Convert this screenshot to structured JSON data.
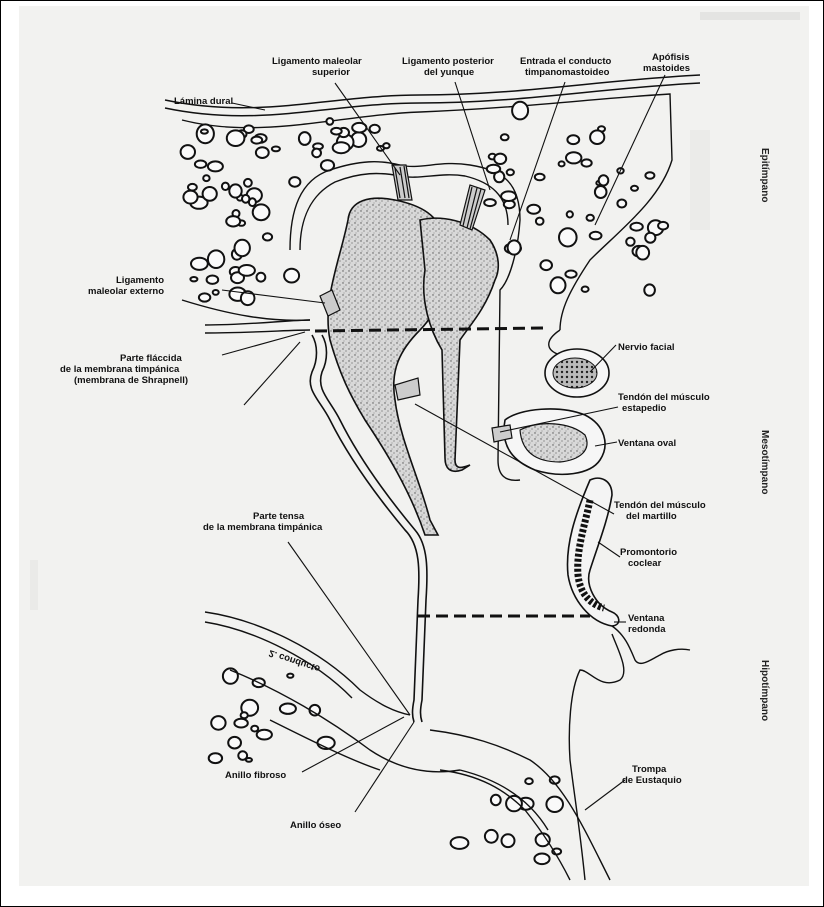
{
  "figure": {
    "labels": {
      "lamina_dural": "Lámina dural",
      "lig_maleolar_superior_1": "Ligamento maleolar",
      "lig_maleolar_superior_2": "superior",
      "lig_posterior_yunque_1": "Ligamento posterior",
      "lig_posterior_yunque_2": "del yunque",
      "entrada_conducto_1": "Entrada el conducto",
      "entrada_conducto_2": "timpanomastoideo",
      "apofisis_1": "Apófisis",
      "apofisis_2": "mastoides",
      "lig_maleolar_externo_1": "Ligamento",
      "lig_maleolar_externo_2": "maleolar externo",
      "parte_flaccida_1": "Parte fláccida",
      "parte_flaccida_2": "de la membrana timpánica",
      "parte_flaccida_3": "(membrana de Shrapnell)",
      "nervio_facial": "Nervio facial",
      "tendon_estapedio_1": "Tendón del músculo",
      "tendon_estapedio_2": "estapedio",
      "ventana_oval": "Ventana oval",
      "tendon_martillo_1": "Tendón del músculo",
      "tendon_martillo_2": "del martillo",
      "parte_tensa_1": "Parte tensa",
      "parte_tensa_2": "de la membrana timpánica",
      "promontorio_1": "Promontorio",
      "promontorio_2": "coclear",
      "ventana_redonda_1": "Ventana",
      "ventana_redonda_2": "redonda",
      "anillo_fibroso": "Anillo fibroso",
      "anillo_oseo": "Anillo óseo",
      "trompa_1": "Trompa",
      "trompa_2": "de Eustaquio",
      "epitimpano": "Epitímpano",
      "mesotimpano": "Mesotímpano",
      "hipotimpano": "Hipotímpano",
      "canal_mirrored": "2. conducto"
    }
  }
}
